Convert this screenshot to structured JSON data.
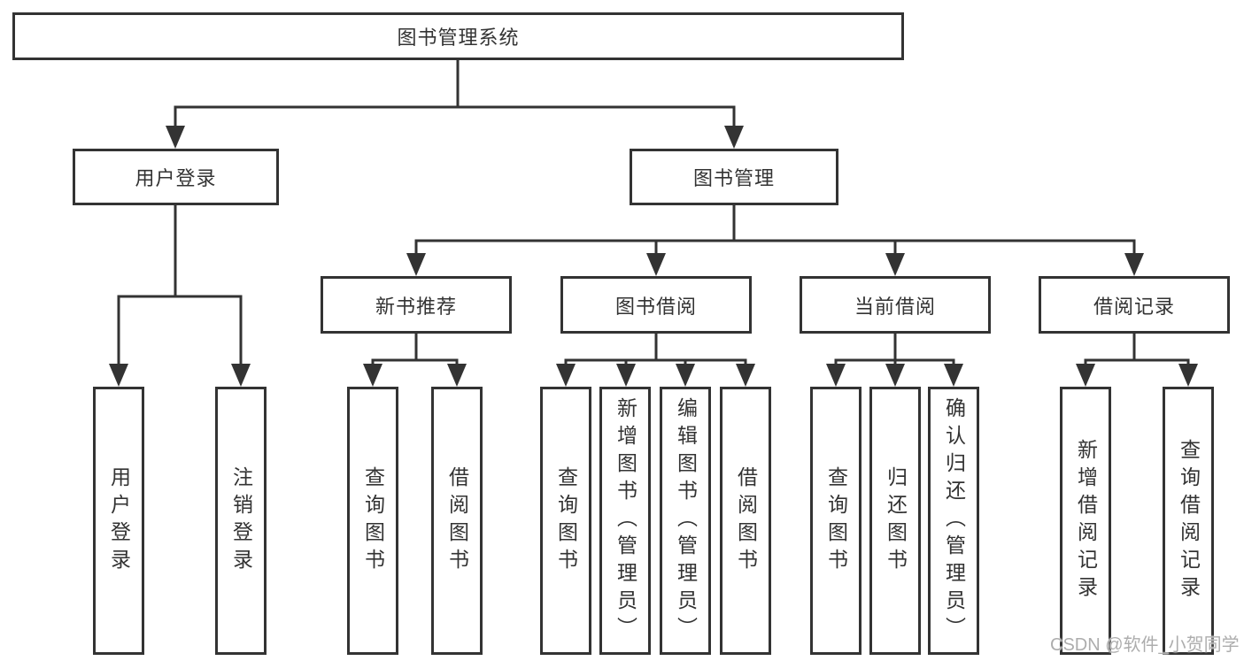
{
  "diagram_type": "functional-structure-tree",
  "tree": {
    "label": "图书管理系统",
    "children": [
      {
        "label": "用户登录",
        "children": [
          {
            "label": "用户登录"
          },
          {
            "label": "注销登录"
          }
        ]
      },
      {
        "label": "图书管理",
        "children": [
          {
            "label": "新书推荐",
            "children": [
              {
                "label": "查询图书"
              },
              {
                "label": "借阅图书"
              }
            ]
          },
          {
            "label": "图书借阅",
            "children": [
              {
                "label": "查询图书"
              },
              {
                "label": "新增图书（管理员）"
              },
              {
                "label": "编辑图书（管理员）"
              },
              {
                "label": "借阅图书"
              }
            ]
          },
          {
            "label": "当前借阅",
            "children": [
              {
                "label": "查询图书"
              },
              {
                "label": "归还图书"
              },
              {
                "label": "确认归还（管理员）"
              }
            ]
          },
          {
            "label": "借阅记录",
            "children": [
              {
                "label": "新增借阅记录"
              },
              {
                "label": "查询借阅记录"
              }
            ]
          }
        ]
      }
    ]
  },
  "watermark": {
    "text": "CSDN @软件_小贺同学"
  },
  "colors": {
    "line": "#333333",
    "text": "#333333",
    "watermark": "#adadad",
    "background": "#ffffff"
  }
}
